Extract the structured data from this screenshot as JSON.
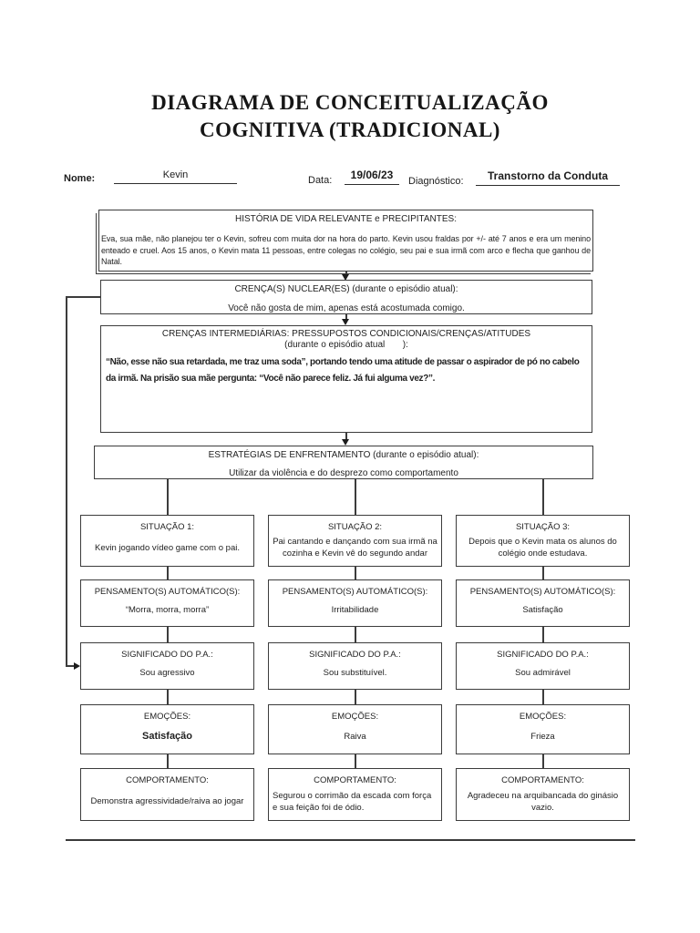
{
  "page": {
    "title_line1": "DIAGRAMA DE CONCEITUALIZAÇÃO",
    "title_line2": "COGNITIVA (TRADICIONAL)"
  },
  "fields": {
    "nome_label": "Nome:",
    "nome_value": "Kevin",
    "data_label": "Data:",
    "data_value": "19/06/23",
    "diagnostico_label": "Diagnóstico:",
    "diagnostico_value": "Transtorno da Conduta"
  },
  "boxes": {
    "historia": {
      "title": "HISTÓRIA DE VIDA RELEVANTE e PRECIPITANTES:",
      "body": "Eva, sua mãe, não planejou ter o Kevin, sofreu com muita dor na hora do parto. Kevin usou fraldas por +/- até 7 anos e era um menino enteado e cruel. Aos 15 anos, o Kevin mata 11 pessoas, entre colegas no colégio, seu pai e sua irmã com arco e flecha que ganhou de Natal."
    },
    "crenca_nuclear": {
      "title": "CRENÇA(S) NUCLEAR(ES) (durante o episódio atual):",
      "body": "Você não gosta de mim, apenas está acostumada comigo."
    },
    "crencas_intermediarias": {
      "title_line1": "CRENÇAS INTERMEDIÁRIAS: PRESSUPOSTOS CONDICIONAIS/CRENÇAS/ATITUDES",
      "title_line2": "(durante o episódio atual       ):",
      "body": "“Não, esse não sua retardada, me traz uma soda”, portando tendo uma atitude de passar o aspirador de pó no cabelo da irmã. Na prisão sua mãe pergunta: “Você não parece feliz. Já fui alguma vez?”."
    },
    "estrategias": {
      "title": "ESTRATÉGIAS DE ENFRENTAMENTO (durante o episódio atual):",
      "body": "Utilizar da violência e do desprezo como comportamento"
    }
  },
  "columns": [
    {
      "situacao_title": "SITUAÇÃO 1:",
      "situacao_body": "Kevin jogando vídeo game com o pai.",
      "pensamento_title": "PENSAMENTO(S) AUTOMÁTICO(S):",
      "pensamento_body": "“Morra, morra, morra”",
      "significado_title": "SIGNIFICADO DO P.A.:",
      "significado_body": "Sou agressivo",
      "emocoes_title": "EMOÇÕES:",
      "emocoes_body": "Satisfação",
      "comportamento_title": "COMPORTAMENTO:",
      "comportamento_body": "Demonstra agressividade/raiva ao jogar"
    },
    {
      "situacao_title": "SITUAÇÃO 2:",
      "situacao_body": "Pai cantando e dançando com sua irmã na cozinha e Kevin vê do segundo andar",
      "pensamento_title": "PENSAMENTO(S) AUTOMÁTICO(S):",
      "pensamento_body": "Irritabilidade",
      "significado_title": "SIGNIFICADO DO P.A.:",
      "significado_body": "Sou substituível.",
      "emocoes_title": "EMOÇÕES:",
      "emocoes_body": "Raiva",
      "comportamento_title": "COMPORTAMENTO:",
      "comportamento_body": "Segurou o corrimão da escada com força e sua feição foi de ódio."
    },
    {
      "situacao_title": "SITUAÇÃO 3:",
      "situacao_body": "Depois que o Kevin mata os alunos do colégio onde estudava.",
      "pensamento_title": "PENSAMENTO(S) AUTOMÁTICO(S):",
      "pensamento_body": "Satisfação",
      "significado_title": "SIGNIFICADO DO P.A.:",
      "significado_body": "Sou admirável",
      "emocoes_title": "EMOÇÕES:",
      "emocoes_body": "Frieza",
      "comportamento_title": "COMPORTAMENTO:",
      "comportamento_body": "Agradeceu na arquibancada do ginásio vazio."
    }
  ]
}
